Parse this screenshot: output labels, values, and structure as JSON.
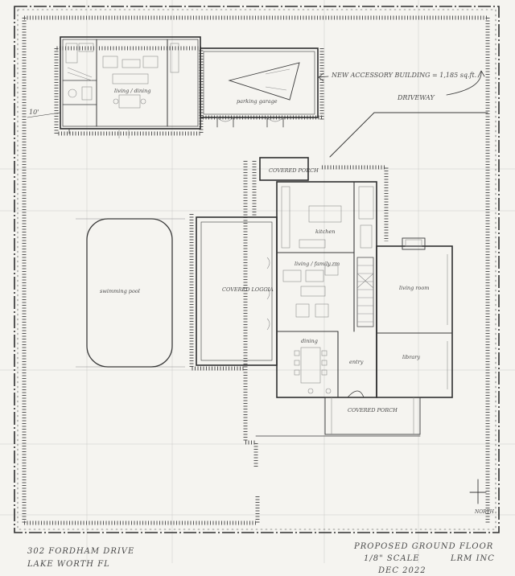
{
  "annotations": {
    "new_accessory_building": "NEW ACCESSORY BUILDING = 1,185 sq.ft.",
    "driveway": "DRIVEWAY",
    "setback": "10'",
    "north": "NORTH"
  },
  "rooms": {
    "parking_garage": "parking garage",
    "living_dining": "living / dining",
    "covered_porch_top": "COVERED PORCH",
    "kitchen": "kitchen",
    "living_family_rm": "living / family rm",
    "covered_loggia": "COVERED LOGGIA",
    "swimming_pool": "swimming pool",
    "living_room": "living room",
    "dining": "dining",
    "entry": "entry",
    "library": "library",
    "covered_porch_bottom": "COVERED PORCH"
  },
  "title_block": {
    "address_line1": "302 FORDHAM DRIVE",
    "address_line2": "LAKE WORTH FL",
    "drawing_title": "PROPOSED GROUND FLOOR",
    "scale": "1/8\" SCALE",
    "firm": "LRM INC",
    "date": "DEC 2022"
  }
}
